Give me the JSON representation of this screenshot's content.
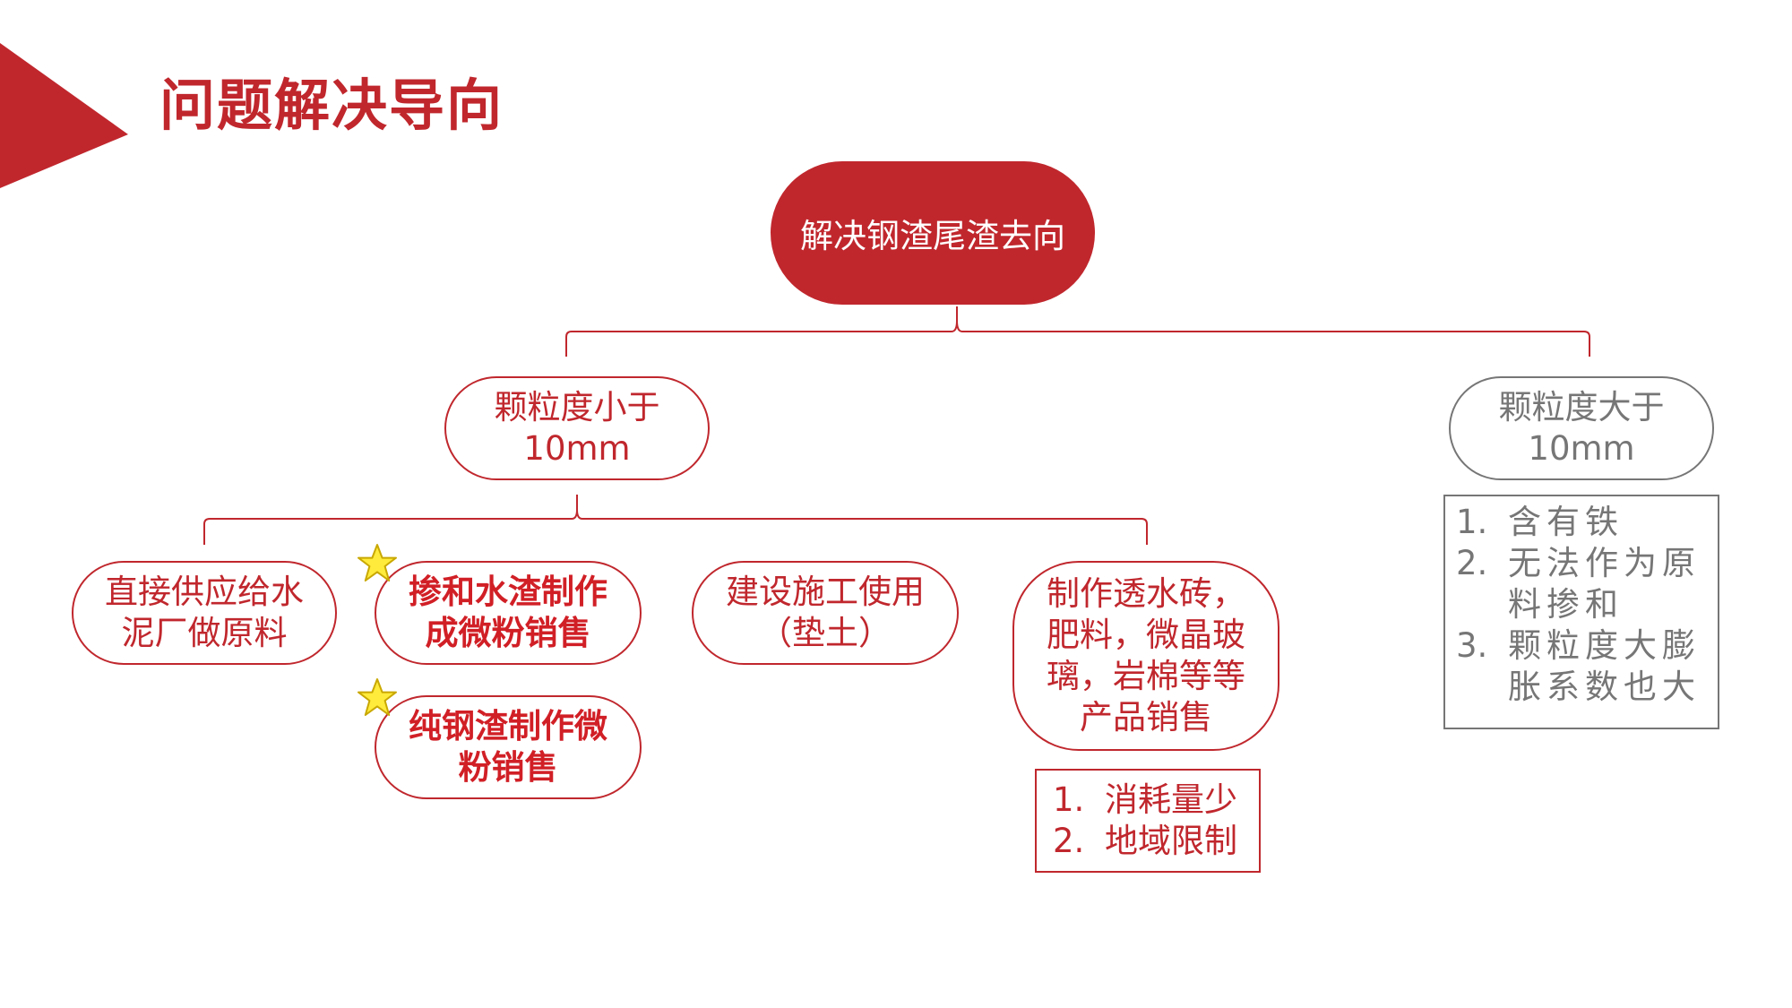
{
  "slide": {
    "title": "问题解决导向",
    "accent_color": "#c0272d",
    "text_grey": "#767676"
  },
  "tree": {
    "root": "解决钢渣尾渣去向",
    "branch_small": {
      "line1": "颗粒度小于",
      "line2": "10mm"
    },
    "branch_large": {
      "line1": "颗粒度大于",
      "line2": "10mm",
      "notes": [
        {
          "num": "1.",
          "text": "含有铁"
        },
        {
          "num": "2.",
          "text": "无法作为原料掺和"
        },
        {
          "num": "3.",
          "text": "颗粒度大膨胀系数也大"
        }
      ]
    },
    "leaves": {
      "cement": {
        "line1": "直接供应给水",
        "line2": "泥厂做原料"
      },
      "slag_powder": {
        "line1": "掺和水渣制作",
        "line2": "成微粉销售",
        "icon": "star-icon"
      },
      "pure_powder": {
        "line1": "纯钢渣制作微",
        "line2": "粉销售",
        "icon": "star-icon"
      },
      "construction": {
        "line1": "建设施工使用",
        "line2": "（垫土）"
      },
      "products": {
        "line1": "制作透水砖，",
        "line2": "肥料，微晶玻",
        "line3": "璃，岩棉等等",
        "line4": "产品销售",
        "notes": [
          {
            "num": "1.",
            "text": "消耗量少"
          },
          {
            "num": "2.",
            "text": "地域限制"
          }
        ]
      }
    }
  }
}
